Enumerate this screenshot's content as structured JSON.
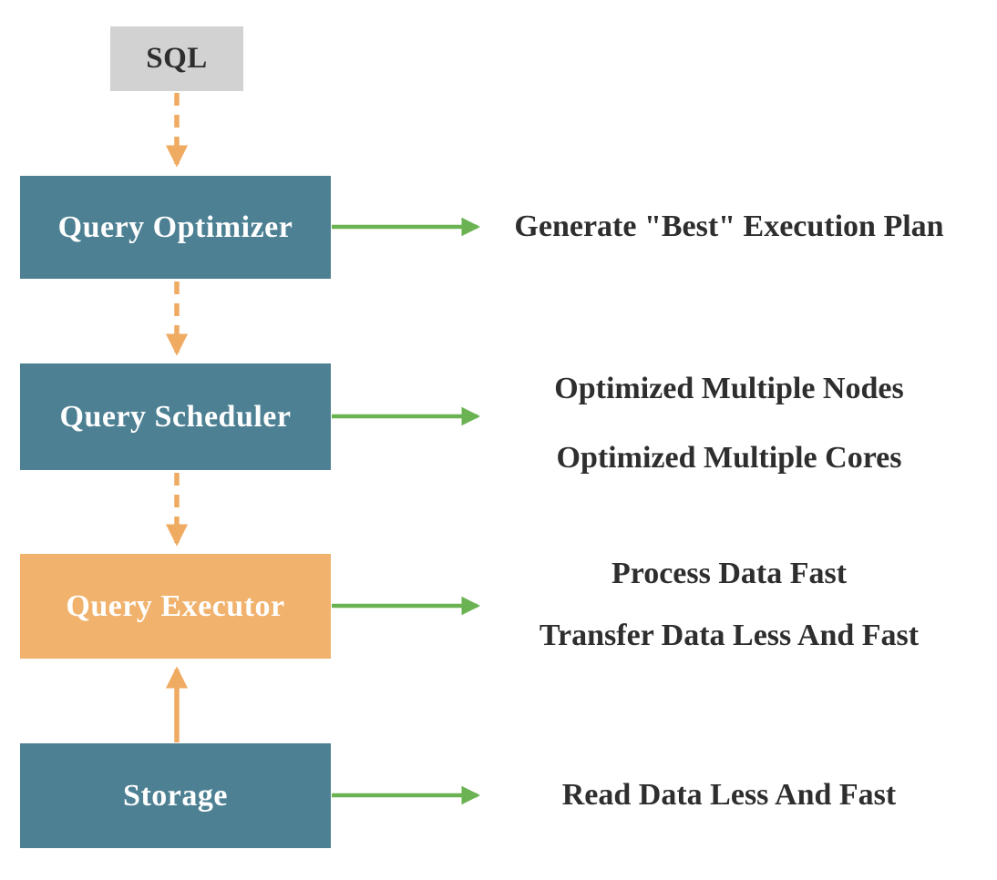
{
  "diagram": {
    "nodes": {
      "sql": {
        "label": "SQL"
      },
      "optimizer": {
        "label": "Query Optimizer"
      },
      "scheduler": {
        "label": "Query Scheduler"
      },
      "executor": {
        "label": "Query Executor"
      },
      "storage": {
        "label": "Storage"
      }
    },
    "annotations": {
      "optimizer": [
        "Generate \"Best\" Execution Plan"
      ],
      "scheduler": [
        "Optimized Multiple Nodes",
        "Optimized Multiple Cores"
      ],
      "executor": [
        "Process Data Fast",
        "Transfer Data Less And Fast"
      ],
      "storage": [
        "Read Data Less And Fast"
      ]
    },
    "flow": [
      "SQL -> Query Optimizer (dashed)",
      "Query Optimizer -> Query Scheduler (dashed)",
      "Query Scheduler -> Query Executor (dashed)",
      "Storage -> Query Executor (solid, upward)"
    ],
    "colors": {
      "teal_node": "#4d8093",
      "orange_node": "#f0b26c",
      "gray_node": "#d2d2d2",
      "orange_arrow": "#f0ab63",
      "green_arrow": "#6bb253",
      "text_dark": "#2e2e2e",
      "text_light": "#ffffff"
    }
  }
}
